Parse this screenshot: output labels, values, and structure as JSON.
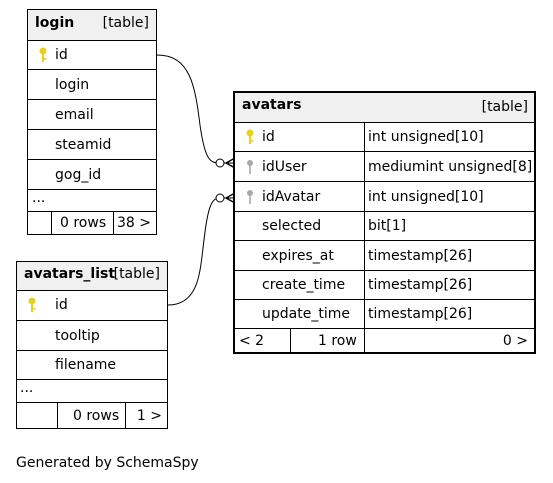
{
  "tables": {
    "login": {
      "name": "login",
      "kind": "[table]",
      "columns": [
        "id",
        "login",
        "email",
        "steamid",
        "gog_id"
      ],
      "ellipsis": "...",
      "rows_label": "0 rows",
      "children_label": "38 >"
    },
    "avatars_list": {
      "name": "avatars_list",
      "kind": "[table]",
      "columns": [
        "id",
        "tooltip",
        "filename"
      ],
      "ellipsis": "...",
      "rows_label": "0 rows",
      "children_label": "1 >"
    },
    "avatars": {
      "name": "avatars",
      "kind": "[table]",
      "columns": [
        {
          "name": "id",
          "type": "int unsigned[10]",
          "key": "primary"
        },
        {
          "name": "idUser",
          "type": "mediumint unsigned[8]",
          "key": "foreign"
        },
        {
          "name": "idAvatar",
          "type": "int unsigned[10]",
          "key": "foreign"
        },
        {
          "name": "selected",
          "type": "bit[1]",
          "key": ""
        },
        {
          "name": "expires_at",
          "type": "timestamp[26]",
          "key": ""
        },
        {
          "name": "create_time",
          "type": "timestamp[26]",
          "key": ""
        },
        {
          "name": "update_time",
          "type": "timestamp[26]",
          "key": ""
        }
      ],
      "parents_label": "< 2",
      "rows_label": "1 row",
      "children_label": "0 >"
    }
  },
  "relationships": [
    {
      "from": "login.id",
      "to": "avatars.idUser"
    },
    {
      "from": "avatars_list.id",
      "to": "avatars.idAvatar"
    }
  ],
  "colors": {
    "header_bg": "#f0f0f0",
    "primary_key": "#e8d01c",
    "foreign_key": "#a9a9a9"
  },
  "footer_text": "Generated by SchemaSpy"
}
